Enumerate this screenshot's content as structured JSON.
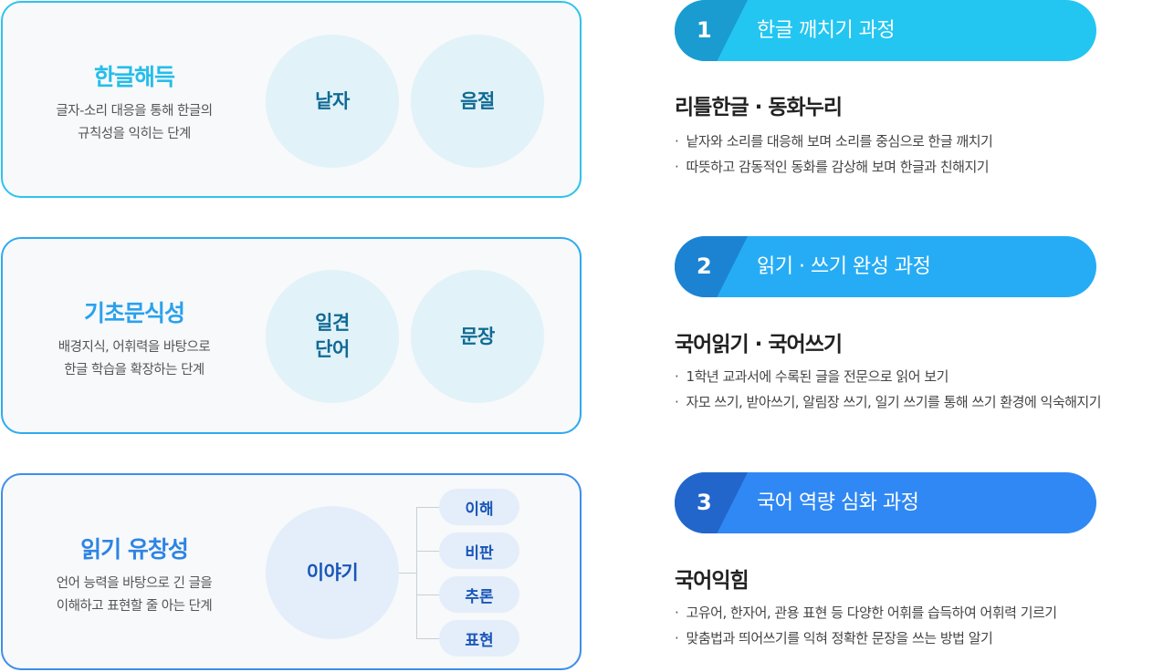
{
  "cards": [
    {
      "title": "한글해득",
      "desc": "글자-소리 대응을 통해 한글의\n규칙성을 익히는 단계",
      "circles": [
        "낱자",
        "음절"
      ]
    },
    {
      "title": "기초문식성",
      "desc": "배경지식, 어휘력을 바탕으로\n한글 학습을 확장하는 단계",
      "circles": [
        "일견\n단어",
        "문장"
      ]
    },
    {
      "title": "읽기 유창성",
      "desc": "언어 능력을 바탕으로 긴 글을\n이해하고 표현할 줄 아는 단계",
      "circle": "이야기",
      "pills": [
        "이해",
        "비판",
        "추론",
        "표현"
      ]
    }
  ],
  "stages": [
    {
      "number": "1",
      "label": "한글 깨치기 과정",
      "heading": "리틀한글 · 동화누리",
      "bullets": [
        "낱자와 소리를 대응해 보며 소리를 중심으로 한글 깨치기",
        "따뜻하고 감동적인 동화를 감상해 보며 한글과 친해지기"
      ]
    },
    {
      "number": "2",
      "label": "읽기 · 쓰기 완성 과정",
      "heading": "국어읽기 · 국어쓰기",
      "bullets": [
        "1학년 교과서에 수록된 글을 전문으로 읽어 보기",
        "자모 쓰기, 받아쓰기, 알림장 쓰기, 일기 쓰기를 통해 쓰기 환경에 익숙해지기"
      ]
    },
    {
      "number": "3",
      "label": "국어 역량 심화 과정",
      "heading": "국어익힘",
      "bullets": [
        "고유어, 한자어, 관용 표현 등 다양한 어휘를 습득하여 어휘력 기르기",
        "맞춤법과 띄어쓰기를 익혀 정확한 문장을 쓰는 방법 알기"
      ]
    }
  ],
  "colors": {
    "stage1": "#22c6f1",
    "stage2": "#26acf5",
    "stage3": "#2f88f4"
  }
}
